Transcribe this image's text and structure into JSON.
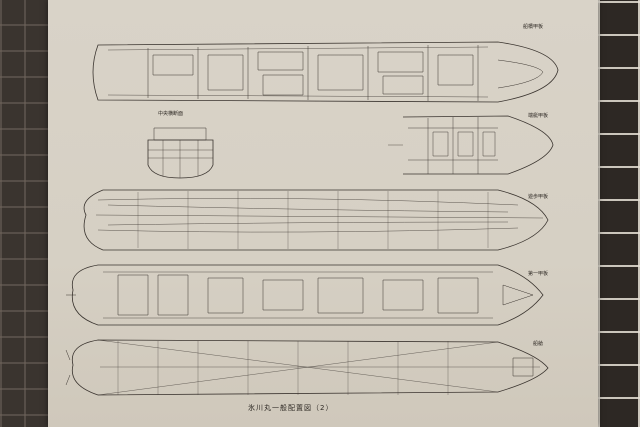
{
  "scene": {
    "subject": "ship-general-arrangement-plan",
    "colors": {
      "paper": "#d9d3c8",
      "ink": "#3a342f",
      "frame": "#3a342f",
      "wall": "#2d2824"
    }
  },
  "plan": {
    "caption": "氷川丸一般配置図（2）",
    "deck_labels": [
      "船橋甲板",
      "端艇甲板",
      "遊歩甲板",
      "第一甲板",
      "船艙"
    ],
    "section_label": "中央横断面"
  }
}
